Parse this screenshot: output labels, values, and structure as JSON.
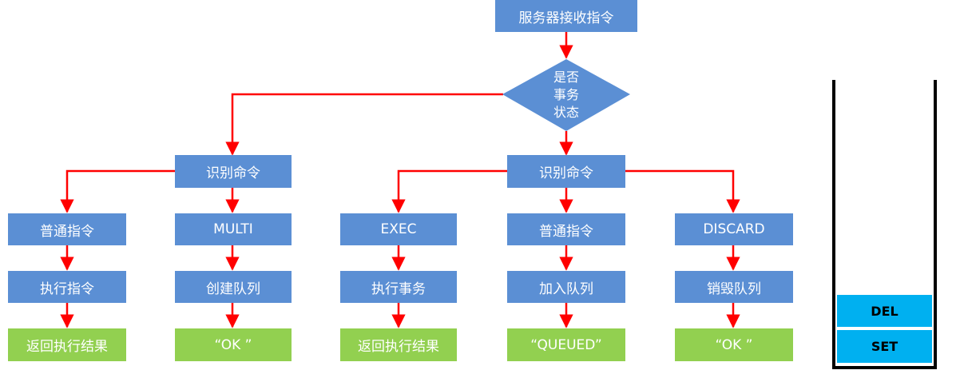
{
  "flowchart": {
    "start": "服务器接收指令",
    "decision": [
      "是否",
      "事务",
      "状态"
    ],
    "identify_left": "识别命令",
    "identify_right": "识别命令",
    "col1": [
      "普通指令",
      "执行指令",
      "返回执行结果"
    ],
    "col2": [
      "MULTI",
      "创建队列",
      "“OK ”"
    ],
    "col3": [
      "EXEC",
      "执行事务",
      "返回执行结果"
    ],
    "col4": [
      "普通指令",
      "加入队列",
      "“QUEUED”"
    ],
    "col5": [
      "DISCARD",
      "销毁队列",
      "“OK ”"
    ]
  },
  "queue": {
    "items": [
      "DEL",
      "SET"
    ]
  },
  "colors": {
    "blue_box": "#5b8fd4",
    "green_box": "#92d050",
    "queue_item": "#00b0f0",
    "arrow": "#ff0000"
  }
}
